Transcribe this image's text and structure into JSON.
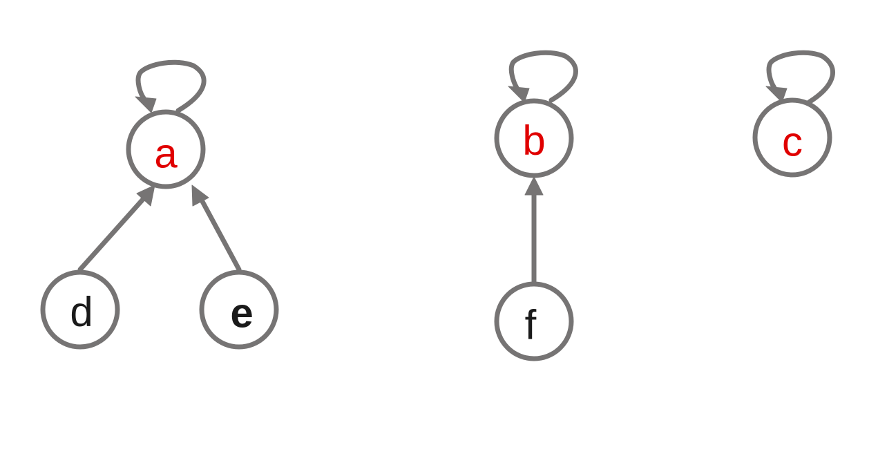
{
  "colors": {
    "edge": "#767474",
    "root_label": "#e00000",
    "leaf_label": "#1a1a1a",
    "node_fill": "#ffffff",
    "background": "#ffffff"
  },
  "nodes": [
    {
      "id": "a",
      "label": "a",
      "role": "root"
    },
    {
      "id": "b",
      "label": "b",
      "role": "root"
    },
    {
      "id": "c",
      "label": "c",
      "role": "root"
    },
    {
      "id": "d",
      "label": "d",
      "role": "leaf"
    },
    {
      "id": "e",
      "label": "e",
      "role": "leaf"
    },
    {
      "id": "f",
      "label": "f",
      "role": "leaf"
    }
  ],
  "edges": [
    {
      "from": "a",
      "to": "a"
    },
    {
      "from": "b",
      "to": "b"
    },
    {
      "from": "c",
      "to": "c"
    },
    {
      "from": "d",
      "to": "a"
    },
    {
      "from": "e",
      "to": "a"
    },
    {
      "from": "f",
      "to": "b"
    }
  ]
}
